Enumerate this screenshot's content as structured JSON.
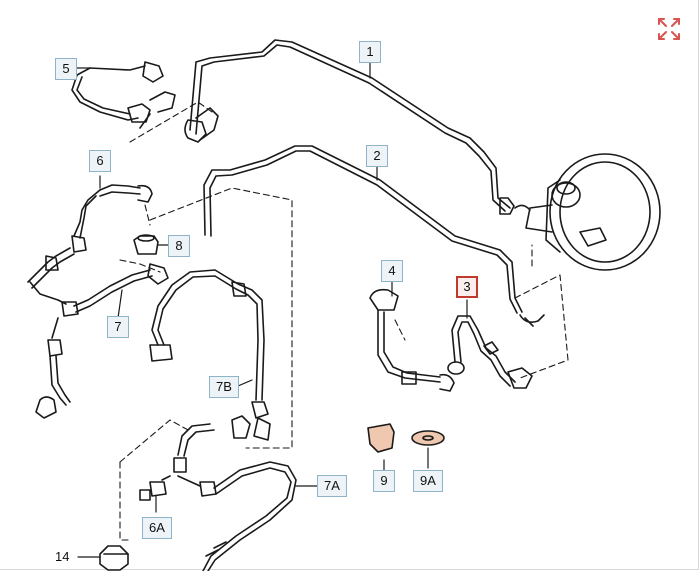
{
  "diagram": {
    "callouts": {
      "c1": "1",
      "c2": "2",
      "c3": "3",
      "c4": "4",
      "c5": "5",
      "c6": "6",
      "c6a": "6A",
      "c7": "7",
      "c7a": "7A",
      "c7b": "7B",
      "c8": "8",
      "c9": "9",
      "c9a": "9A",
      "c14": "14"
    },
    "active_callout": "3",
    "colors": {
      "line": "#1a1a1a",
      "callout_border": "#8fb3c9",
      "callout_active": "#c0392b",
      "expand_icon": "#d9534f"
    },
    "icons": {
      "expand": "expand-arrows-icon"
    }
  }
}
